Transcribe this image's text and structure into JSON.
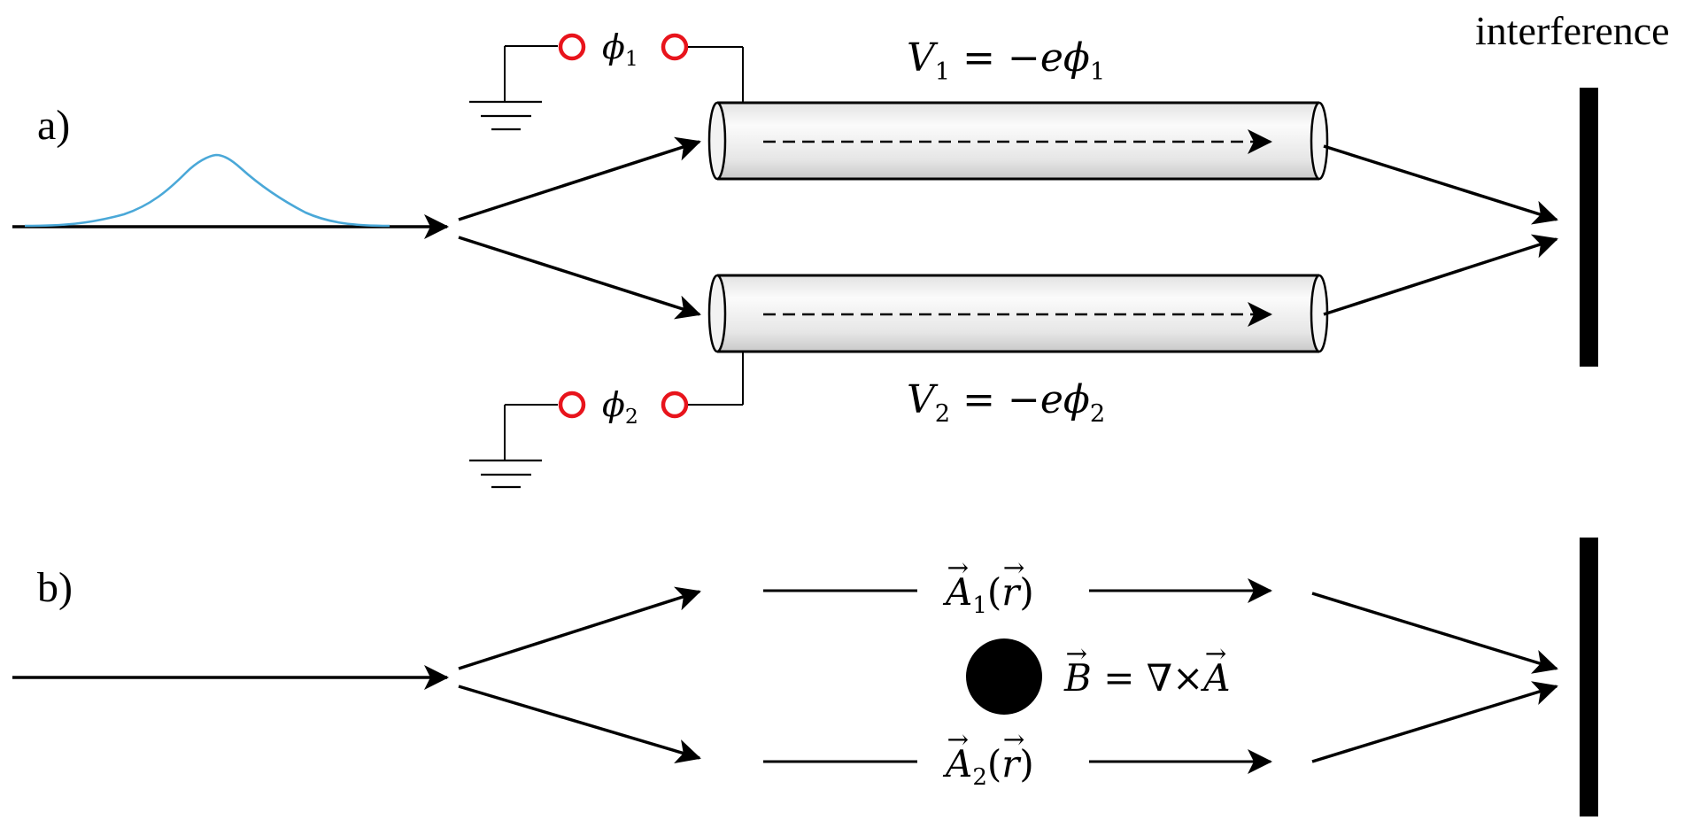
{
  "labels": {
    "panel_a": "a)",
    "panel_b": "b)",
    "screen": "interference"
  },
  "math": {
    "phi_symbol": "ϕ",
    "v_symbol": "V",
    "equals_minus": " = −",
    "e_symbol": "e",
    "sub_1": "1",
    "sub_2": "2",
    "a_symbol": "A",
    "r_symbol": "r",
    "paren_open": "(",
    "paren_close": ")",
    "b_symbol": "B",
    "curl": " = ∇×"
  },
  "colors": {
    "stroke": "#000000",
    "wavepacket": "#4aa8d8",
    "terminal": "#e8141c",
    "flux_tube": "#000000",
    "cylinder_light": "#fbfbfb",
    "cylinder_dark": "#cfcfcf"
  }
}
